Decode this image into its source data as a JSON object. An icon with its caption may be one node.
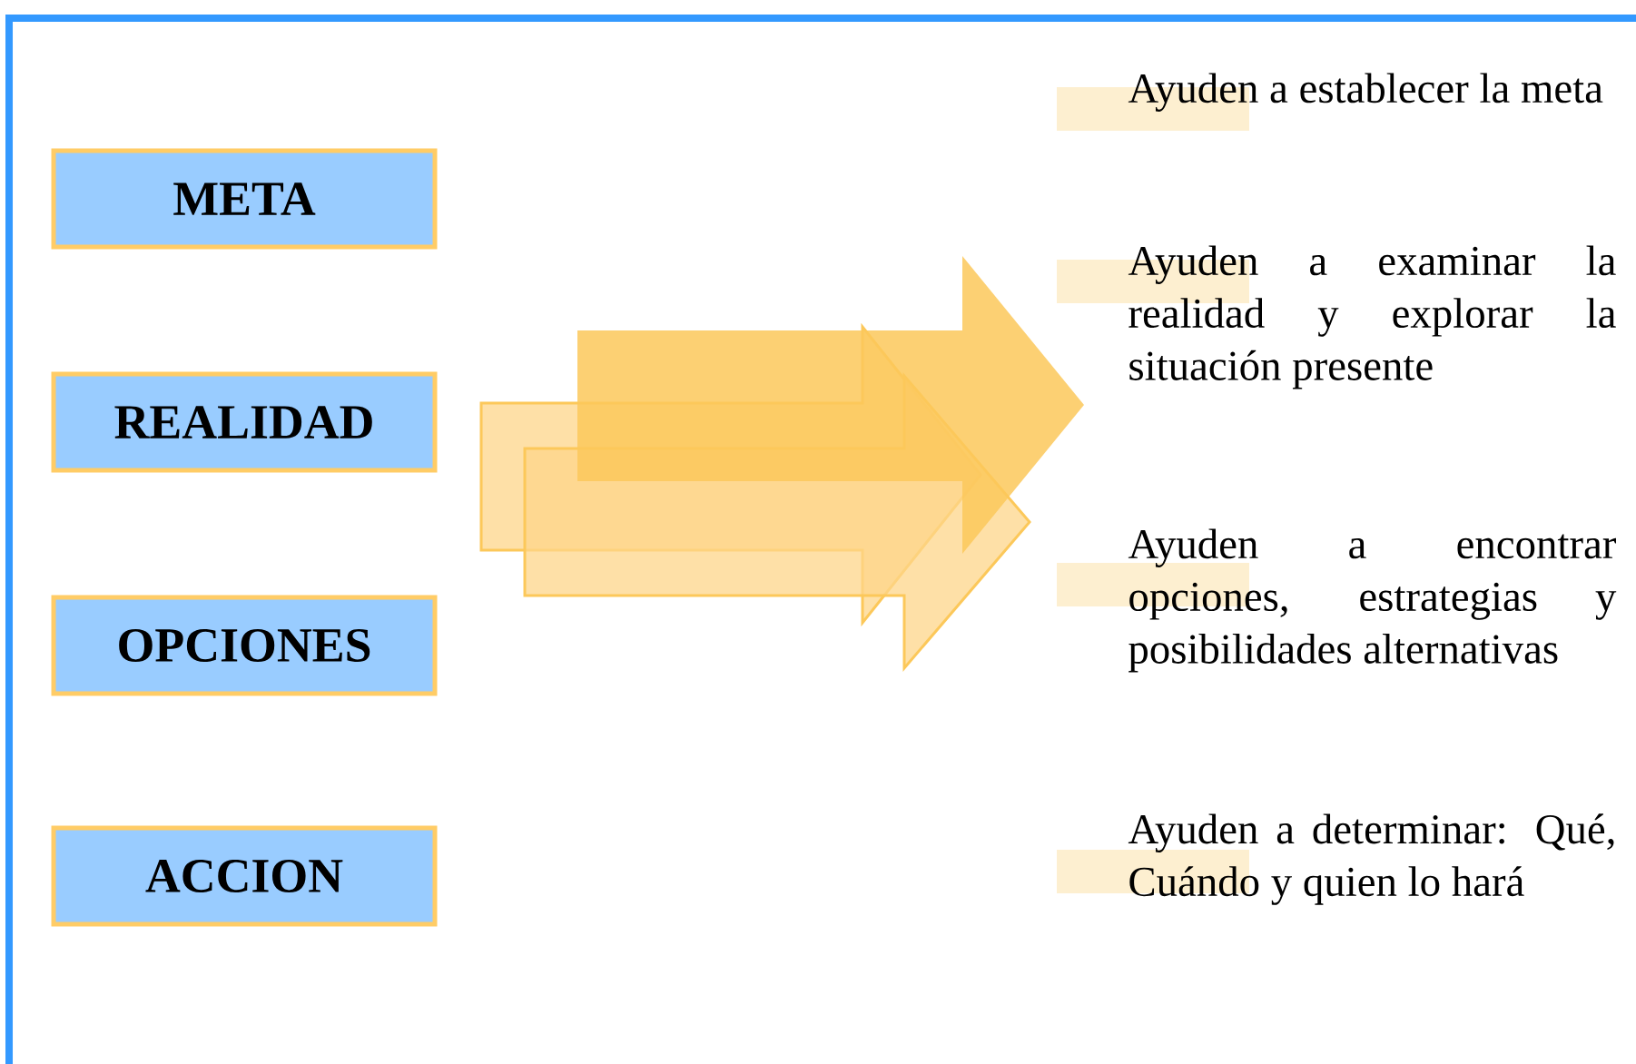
{
  "diagram": {
    "nodes": [
      {
        "text": [
          "META"
        ]
      },
      {
        "text": [
          "REALIDAD"
        ]
      },
      {
        "text": [
          "OPCIONES"
        ]
      },
      {
        "text": [
          "ACCION"
        ]
      }
    ],
    "labels": [
      "Ayuden a establecer la meta",
      "Ayuden a examinar la realidad y explorar la situación presente",
      "Ayuden a encontrar opciones, estrategias y posibilidades alternativas",
      "Ayuden a determinar: Qué, Cuándo y quien lo hará"
    ]
  }
}
